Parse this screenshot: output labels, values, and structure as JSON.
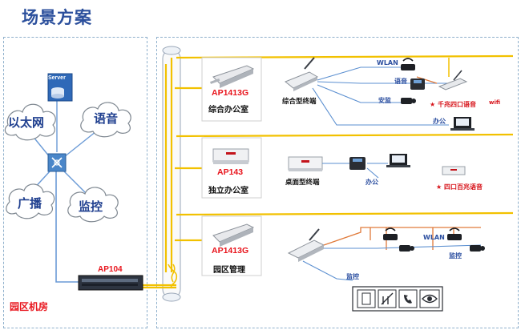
{
  "page_title": "场景方案",
  "campus": {
    "label": "园区机房",
    "server_label": "Server",
    "clouds": [
      "以太网",
      "语音",
      "广播",
      "监控"
    ],
    "switch_label": "AP104"
  },
  "rooms": [
    {
      "ap_model": "AP1413G",
      "room": "综合办公室",
      "terminal": "综合型终端"
    },
    {
      "ap_model": "AP143",
      "room": "独立办公室",
      "terminal": "桌面型终端"
    },
    {
      "ap_model": "AP1413G",
      "room": "园区管理",
      "terminal": ""
    }
  ],
  "services": {
    "wlan_1": "WLAN",
    "voice_1": "语音",
    "security": "安监",
    "office_1": "办公",
    "office_2": "办公",
    "wlan_3": "WLAN",
    "monitor_3": "监控",
    "monitor_bottom": "监控"
  },
  "notes": {
    "gigabit_4port": "★ 千兆四口语音",
    "wifi": "wifi",
    "hundred_4port": "★ 四口百兆语音"
  },
  "colors": {
    "primary": "#2b4f9c",
    "accent_red": "#e8141c",
    "cable_yellow": "#f2c100",
    "line_blue": "#5b8fd0",
    "line_orange": "#e07a3a"
  }
}
